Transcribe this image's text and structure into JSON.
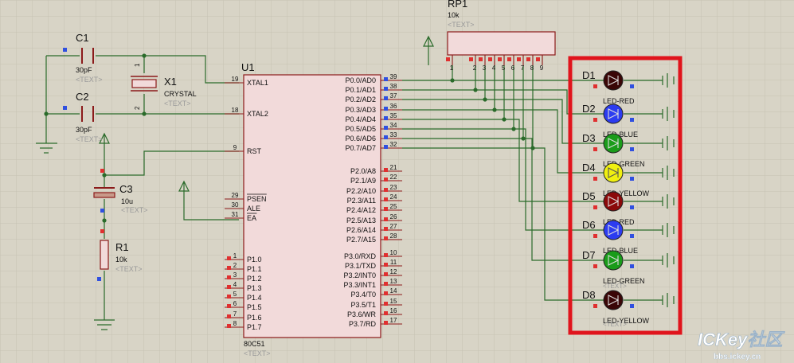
{
  "colors": {
    "background": "#d8d4c6",
    "grid": "#c9c5b6",
    "wire": "#2a6b2a",
    "chip_fill": "#f2dada",
    "chip_border": "#8b1a1a",
    "pin_red": "#e03030",
    "pin_blue": "#3050e0",
    "highlight": "#e0141c",
    "text_gray": "#9a9a9a",
    "led_red": "#8b0a0a",
    "led_blue": "#2c3cf0",
    "led_green": "#1a9c1a",
    "led_yellow": "#f0f010",
    "led_off": "#3a0606"
  },
  "mcu": {
    "ref": "U1",
    "part": "80C51",
    "text_tag": "<TEXT>",
    "left_pins": [
      {
        "num": "19",
        "name": "XTAL1"
      },
      {
        "num": "18",
        "name": "XTAL2"
      },
      {
        "num": "9",
        "name": "RST"
      },
      {
        "num": "29",
        "name": "PSEN"
      },
      {
        "num": "30",
        "name": "ALE"
      },
      {
        "num": "31",
        "name": "EA"
      },
      {
        "num": "1",
        "name": "P1.0"
      },
      {
        "num": "2",
        "name": "P1.1"
      },
      {
        "num": "3",
        "name": "P1.2"
      },
      {
        "num": "4",
        "name": "P1.3"
      },
      {
        "num": "5",
        "name": "P1.4"
      },
      {
        "num": "6",
        "name": "P1.5"
      },
      {
        "num": "7",
        "name": "P1.6"
      },
      {
        "num": "8",
        "name": "P1.7"
      }
    ],
    "right_pins": [
      {
        "num": "39",
        "name": "P0.0/AD0"
      },
      {
        "num": "38",
        "name": "P0.1/AD1"
      },
      {
        "num": "37",
        "name": "P0.2/AD2"
      },
      {
        "num": "36",
        "name": "P0.3/AD3"
      },
      {
        "num": "35",
        "name": "P0.4/AD4"
      },
      {
        "num": "34",
        "name": "P0.5/AD5"
      },
      {
        "num": "33",
        "name": "P0.6/AD6"
      },
      {
        "num": "32",
        "name": "P0.7/AD7"
      },
      {
        "num": "21",
        "name": "P2.0/A8"
      },
      {
        "num": "22",
        "name": "P2.1/A9"
      },
      {
        "num": "23",
        "name": "P2.2/A10"
      },
      {
        "num": "24",
        "name": "P2.3/A11"
      },
      {
        "num": "25",
        "name": "P2.4/A12"
      },
      {
        "num": "26",
        "name": "P2.5/A13"
      },
      {
        "num": "27",
        "name": "P2.6/A14"
      },
      {
        "num": "28",
        "name": "P2.7/A15"
      },
      {
        "num": "10",
        "name": "P3.0/RXD"
      },
      {
        "num": "11",
        "name": "P3.1/TXD"
      },
      {
        "num": "12",
        "name": "P3.2/INT0"
      },
      {
        "num": "13",
        "name": "P3.3/INT1"
      },
      {
        "num": "14",
        "name": "P3.4/T0"
      },
      {
        "num": "15",
        "name": "P3.5/T1"
      },
      {
        "num": "16",
        "name": "P3.6/WR"
      },
      {
        "num": "17",
        "name": "P3.7/RD"
      }
    ]
  },
  "components": {
    "c1": {
      "ref": "C1",
      "value": "30pF",
      "tag": "<TEXT>"
    },
    "c2": {
      "ref": "C2",
      "value": "30pF",
      "tag": "<TEXT>"
    },
    "x1": {
      "ref": "X1",
      "value": "CRYSTAL",
      "tag": "<TEXT>",
      "pin1": "1",
      "pin2": "2"
    },
    "c3": {
      "ref": "C3",
      "value": "10u",
      "tag": "<TEXT>"
    },
    "r1": {
      "ref": "R1",
      "value": "10k",
      "tag": "<TEXT>"
    },
    "rp1": {
      "ref": "RP1",
      "value": "10k",
      "tag": "<TEXT>",
      "pins": [
        "1",
        "2",
        "3",
        "4",
        "5",
        "6",
        "7",
        "8",
        "9"
      ]
    }
  },
  "leds": [
    {
      "ref": "D1",
      "label": "LED-RED",
      "color": "off"
    },
    {
      "ref": "D2",
      "label": "LED-BLUE",
      "color": "blue"
    },
    {
      "ref": "D3",
      "label": "LED-GREEN",
      "color": "green"
    },
    {
      "ref": "D4",
      "label": "LED-YELLOW",
      "color": "yellow"
    },
    {
      "ref": "D5",
      "label": "LED-RED",
      "color": "red"
    },
    {
      "ref": "D6",
      "label": "LED-BLUE",
      "color": "blue"
    },
    {
      "ref": "D7",
      "label": "LED-GREEN",
      "color": "green"
    },
    {
      "ref": "D8",
      "label": "LED-YELLOW",
      "color": "off"
    }
  ],
  "led_tag": "<TEXT>",
  "watermark": {
    "brand": "ICKey社区",
    "url": "bbs.ickey.cn"
  }
}
